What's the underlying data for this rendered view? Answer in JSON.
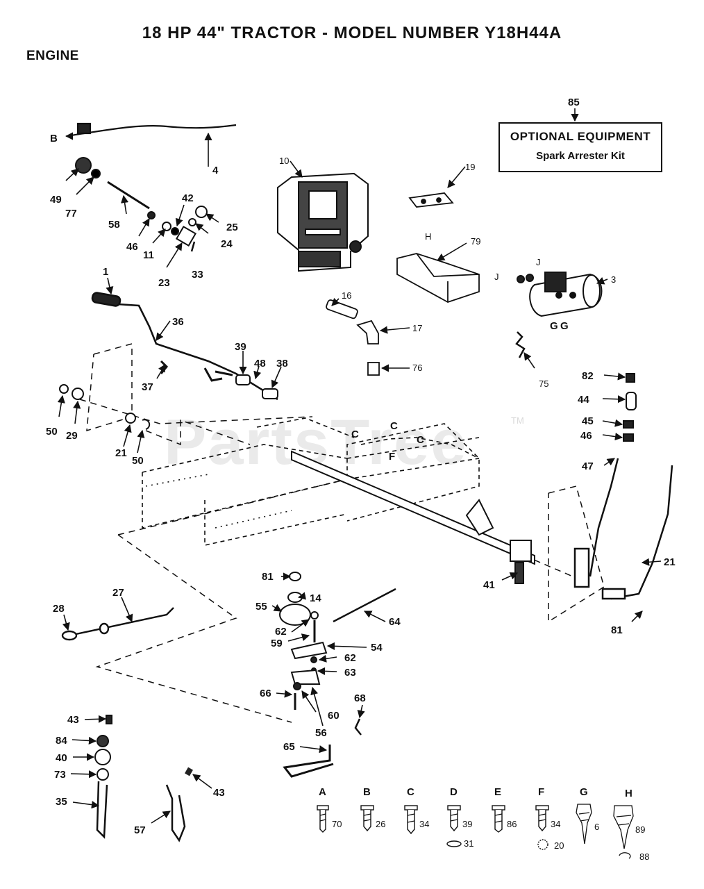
{
  "header": {
    "title": "18 HP 44\" TRACTOR - MODEL NUMBER Y18H44A",
    "section": "ENGINE"
  },
  "optional_equipment": {
    "callout": "85",
    "title": "OPTIONAL EQUIPMENT",
    "kit": "Spark Arrester Kit"
  },
  "watermark": {
    "text": "PartsTree",
    "tm": "TM"
  },
  "callouts": [
    "B",
    "4",
    "10",
    "19",
    "49",
    "77",
    "58",
    "46",
    "11",
    "42",
    "23",
    "33",
    "24",
    "25",
    "1",
    "36",
    "39",
    "48",
    "38",
    "37",
    "50",
    "29",
    "21",
    "50",
    "16",
    "17",
    "76",
    "79",
    "H",
    "J",
    "J",
    "3",
    "G",
    "G",
    "75",
    "C",
    "C",
    "C",
    "F",
    "82",
    "44",
    "45",
    "46",
    "47",
    "21",
    "41",
    "81",
    "81",
    "14",
    "55",
    "62",
    "59",
    "64",
    "54",
    "62",
    "63",
    "66",
    "60",
    "56",
    "68",
    "65",
    "27",
    "28",
    "43",
    "84",
    "40",
    "73",
    "35",
    "57",
    "43"
  ],
  "hardware": [
    {
      "letter": "A",
      "parts": [
        "70"
      ]
    },
    {
      "letter": "B",
      "parts": [
        "26"
      ]
    },
    {
      "letter": "C",
      "parts": [
        "34"
      ]
    },
    {
      "letter": "D",
      "parts": [
        "39",
        "31"
      ]
    },
    {
      "letter": "E",
      "parts": [
        "86"
      ]
    },
    {
      "letter": "F",
      "parts": [
        "34",
        "20"
      ]
    },
    {
      "letter": "G",
      "parts": [
        "6"
      ]
    },
    {
      "letter": "H",
      "parts": [
        "89",
        "88"
      ]
    }
  ]
}
